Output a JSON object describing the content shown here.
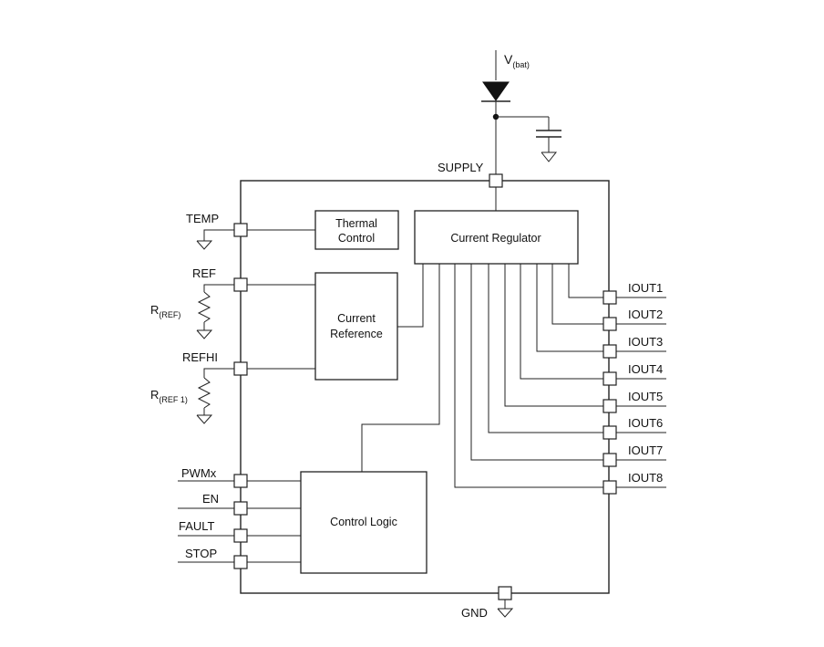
{
  "supply_source": {
    "main": "V",
    "sub": "(bat)"
  },
  "pins": {
    "supply": "SUPPLY",
    "gnd": "GND",
    "temp": "TEMP",
    "ref": "REF",
    "refhi": "REFHI",
    "pwm": "PWMx",
    "en": "EN",
    "fault": "FAULT",
    "stop": "STOP",
    "outputs": [
      "IOUT1",
      "IOUT2",
      "IOUT3",
      "IOUT4",
      "IOUT5",
      "IOUT6",
      "IOUT7",
      "IOUT8"
    ]
  },
  "resistors": {
    "r_ref": {
      "main": "R",
      "sub": "(REF)"
    },
    "r_ref1": {
      "main": "R",
      "sub": "(REF 1)"
    }
  },
  "blocks": {
    "thermal_control": [
      "Thermal",
      "Control"
    ],
    "current_regulator": "Current Regulator",
    "current_reference": [
      "Current",
      "Reference"
    ],
    "control_logic": "Control Logic"
  }
}
